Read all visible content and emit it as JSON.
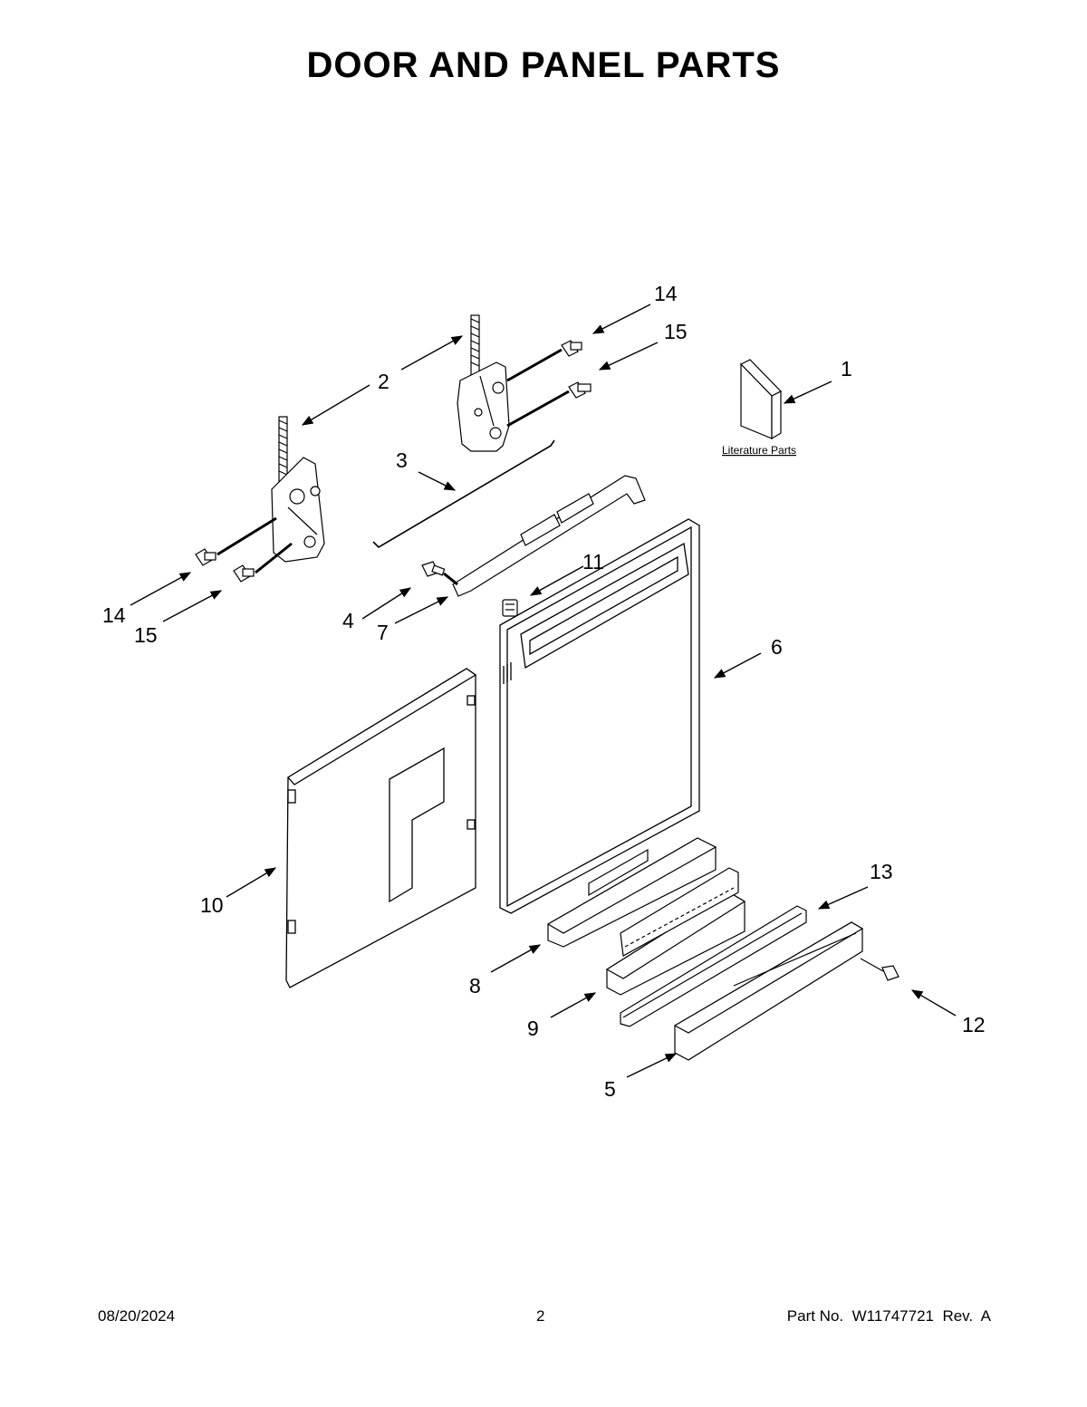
{
  "title": "DOOR AND PANEL PARTS",
  "literature_label": "Literature Parts",
  "callouts": {
    "c1": "1",
    "c2": "2",
    "c3": "3",
    "c4": "4",
    "c5": "5",
    "c6": "6",
    "c7": "7",
    "c8": "8",
    "c9": "9",
    "c10": "10",
    "c11": "11",
    "c12": "12",
    "c13": "13",
    "c14a": "14",
    "c14b": "14",
    "c15a": "15",
    "c15b": "15"
  },
  "footer": {
    "date": "08/20/2024",
    "page": "2",
    "part": "Part No.  W11747721  Rev.  A"
  }
}
